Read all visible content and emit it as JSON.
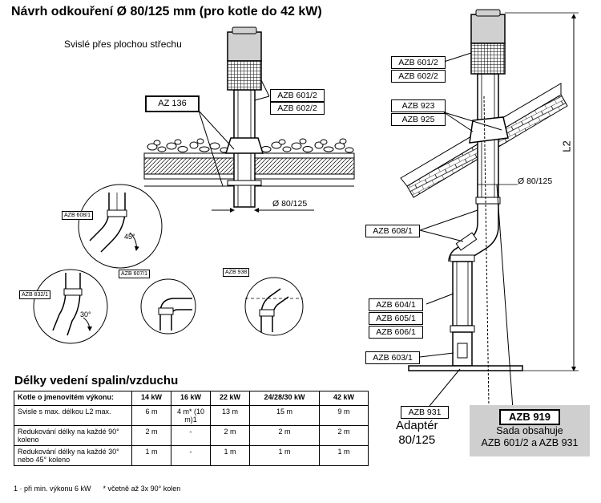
{
  "title": "Návrh odkouření Ø 80/125 mm (pro kotle do 42 kW)",
  "subtitle": "Svislé přes plochou střechu",
  "labels": {
    "az136": "AZ 136",
    "azb601_2": "AZB 601/2",
    "azb602_2": "AZB 602/2",
    "azb608_1": "AZB 608/1",
    "azb832_1": "AZB 832/1",
    "azb607_1": "AZB 607/1",
    "azb938": "AZB 938",
    "azb923": "AZB 923",
    "azb925": "AZB 925",
    "azb604_1": "AZB 604/1",
    "azb605_1": "AZB 605/1",
    "azb606_1": "AZB 606/1",
    "azb603_1": "AZB 603/1",
    "azb931": "AZB 931",
    "diameter": "Ø 80/125",
    "angle45": "45°",
    "angle30": "30°",
    "l2": "L2"
  },
  "adapter": {
    "line1": "Adaptér",
    "line2": "80/125"
  },
  "kit": {
    "code": "AZB 919",
    "line1": "Sada obsahuje",
    "line2": "AZB 601/2 a AZB 931"
  },
  "table": {
    "title": "Délky vedení spalin/vzduchu",
    "headers": [
      "Kotle o jmenovitém výkonu:",
      "14 kW",
      "16 kW",
      "22 kW",
      "24/28/30 kW",
      "42 kW"
    ],
    "rows": [
      [
        "Svisle s max. délkou L2 max.",
        "6 m",
        "4 m* (10 m)1",
        "13 m",
        "15 m",
        "9 m"
      ],
      [
        "Redukování délky na každé 90° koleno",
        "2 m",
        "-",
        "2 m",
        "2 m",
        "2 m"
      ],
      [
        "Redukování délky na každé 30° nebo 45° koleno",
        "1 m",
        "-",
        "1 m",
        "1 m",
        "1 m"
      ]
    ]
  },
  "footnote": {
    "note1": "1 · při min. výkonu 6 kW",
    "note2": "* včetně až 3x 90° kolen"
  }
}
